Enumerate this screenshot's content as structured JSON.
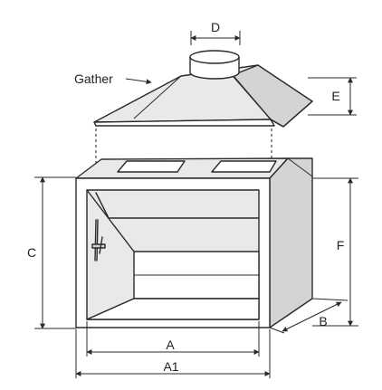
{
  "labels": {
    "gather": "Gather",
    "d": "D",
    "e": "E",
    "c": "C",
    "f": "F",
    "b": "B",
    "a": "A",
    "a1": "A1"
  }
}
